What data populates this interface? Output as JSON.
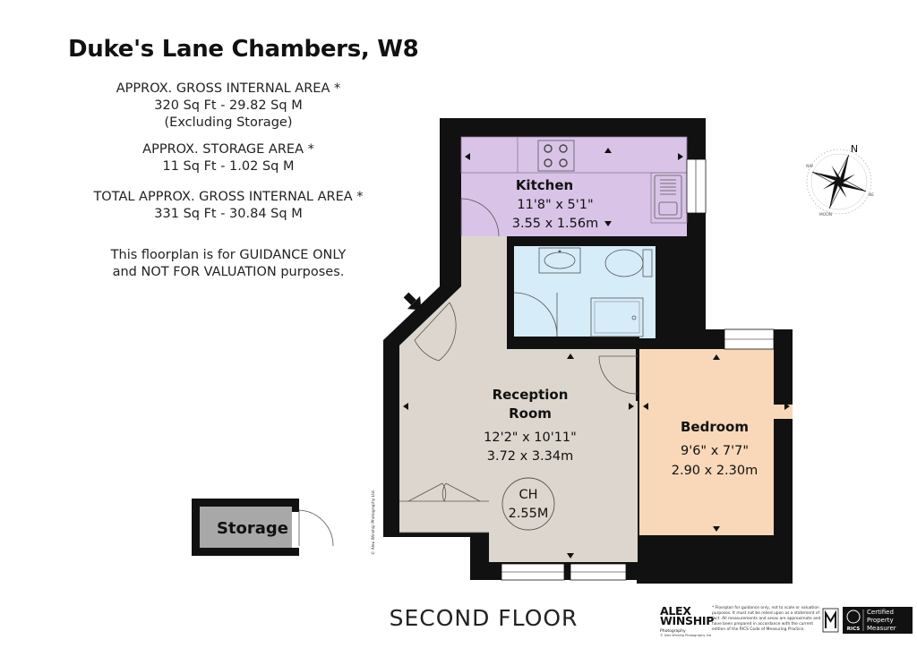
{
  "header": {
    "title": "Duke's Lane Chambers, W8",
    "gross_area": {
      "heading": "APPROX. GROSS INTERNAL  AREA *",
      "value": "320 Sq Ft  -  29.82 Sq M",
      "note": "(Excluding Storage)"
    },
    "storage_area": {
      "heading": "APPROX. STORAGE  AREA *",
      "value": "11 Sq Ft  -  1.02 Sq M"
    },
    "total_area": {
      "heading": "TOTAL  APPROX. GROSS INTERNAL  AREA *",
      "value": "331 Sq Ft  -  30.84 Sq M"
    },
    "disclaimer_line1": "This floorplan is for GUIDANCE ONLY",
    "disclaimer_line2": "and NOT FOR VALUATION purposes."
  },
  "rooms": {
    "kitchen": {
      "name": "Kitchen",
      "imperial": "11'8\" x 5'1\"",
      "metric": "3.55 x 1.56m",
      "color": "#d9c4e8"
    },
    "reception": {
      "name_line1": "Reception",
      "name_line2": "Room",
      "imperial": "12'2\" x 10'11\"",
      "metric": "3.72 x 3.34m",
      "color": "#ddd6ce"
    },
    "bedroom": {
      "name": "Bedroom",
      "imperial": "9'6\" x 7'7\"",
      "metric": "2.90 x 2.30m",
      "color": "#f8d8b8"
    },
    "bathroom": {
      "color": "#d6ecf9"
    },
    "storage": {
      "name": "Storage",
      "color": "#a8a8a8"
    },
    "cylinder": {
      "line1": "CH",
      "line2": "2.55M"
    }
  },
  "compass": {
    "north": "N",
    "label_nw": "NW",
    "label_ne": "NE",
    "label_south": "MOON"
  },
  "floor": {
    "label": "SECOND FLOOR"
  },
  "footer": {
    "brand_line1": "ALEX",
    "brand_line2": "WINSHIP",
    "brand_line3": "Photography",
    "brand_copyright": "© Alex Winship Photography Ltd",
    "side_copyright": "© Alex Winship Photography Ltd.",
    "fine_print": [
      "* Floorplan for guidance only, not to scale or valuation",
      "purposes. It must not be relied upon as a statement of",
      "fact. All measurements and areas are approximate and",
      "have been prepared in accordance with the current",
      "edition of the RICS Code of Measuring Practice."
    ],
    "rics_line1": "Certified",
    "rics_line2": "Property",
    "rics_line3": "Measurer",
    "rics_mark": "RICS"
  },
  "colors": {
    "wall": "#111111",
    "arrow": "#111111"
  }
}
